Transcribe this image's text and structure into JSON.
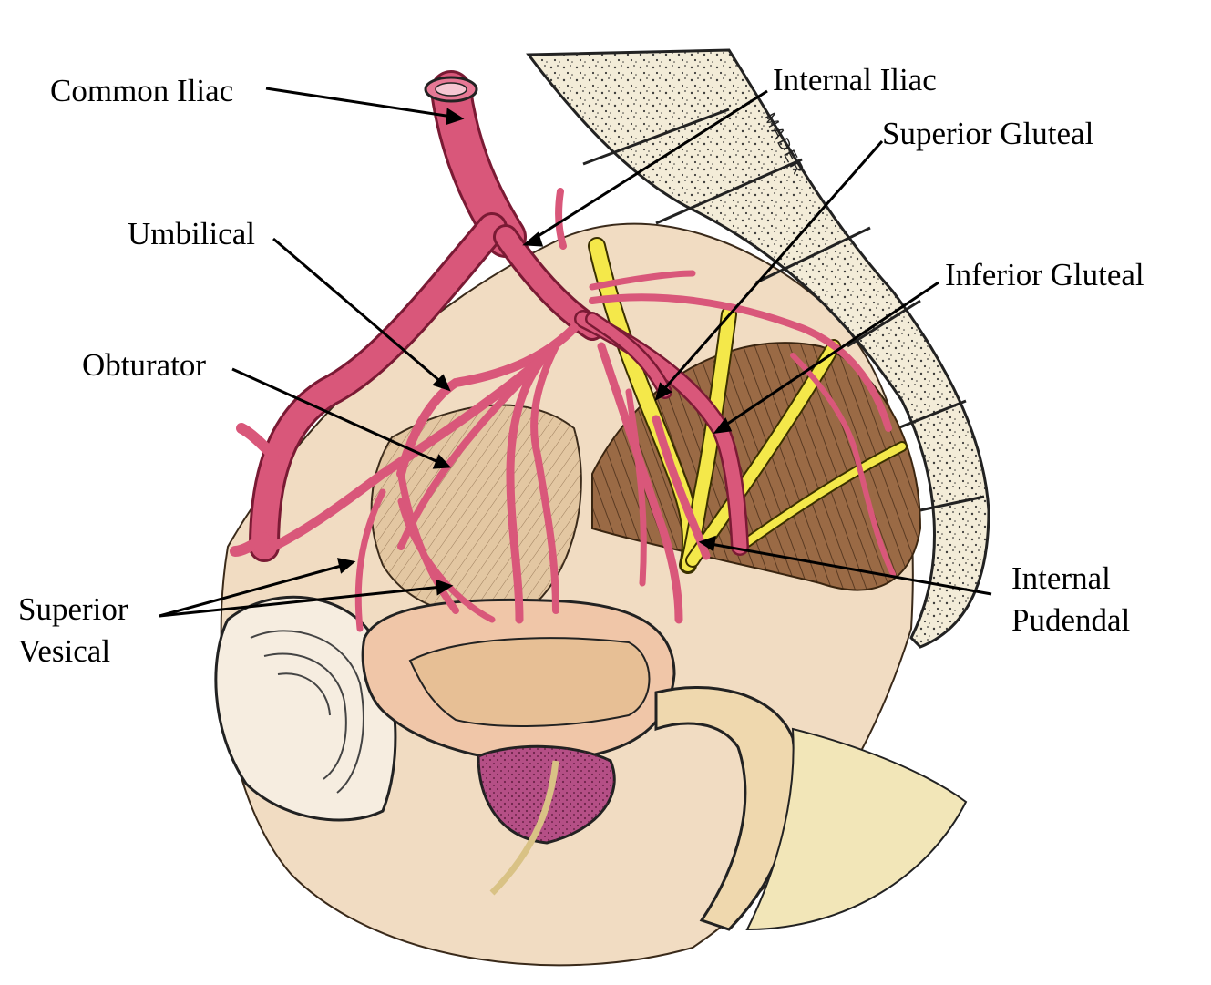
{
  "labels": {
    "common_iliac": "Common Iliac",
    "internal_iliac": "Internal Iliac",
    "superior_gluteal": "Superior Gluteal",
    "inferior_gluteal": "Inferior Gluteal",
    "umbilical": "Umbilical",
    "obturator": "Obturator",
    "superior_vesical": "Superior\nVesical",
    "internal_pudendal": "Internal\nPudendal"
  },
  "signature": "MADER",
  "colors": {
    "artery": "#d9577a",
    "artery_dark": "#8a1f3c",
    "nerve": "#f4e84a",
    "muscle": "#9a6a45",
    "tissue": "#efd6b8",
    "bone_dots": "#2a2a2a",
    "prostate": "#b54f86"
  }
}
